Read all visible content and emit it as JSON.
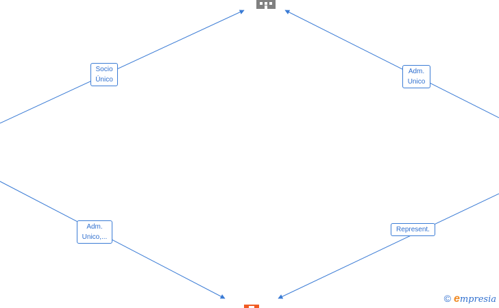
{
  "edges": [
    {
      "id": "edge-socio-unico",
      "label": "Socio\nÚnico"
    },
    {
      "id": "edge-adm-unico",
      "label": "Adm.\nUnico"
    },
    {
      "id": "edge-adm-unico-etc",
      "label": "Adm.\nUnico,..."
    },
    {
      "id": "edge-represent",
      "label": "Represent."
    }
  ],
  "nodes": {
    "company_icon": "building-icon",
    "person_icon": "person-icon"
  },
  "watermark": {
    "copyright": "©",
    "brand_initial": "e",
    "brand_rest": "mpresia"
  },
  "colors": {
    "edge": "#3a7bd5",
    "company": "#808080",
    "person": "#f05a22"
  }
}
